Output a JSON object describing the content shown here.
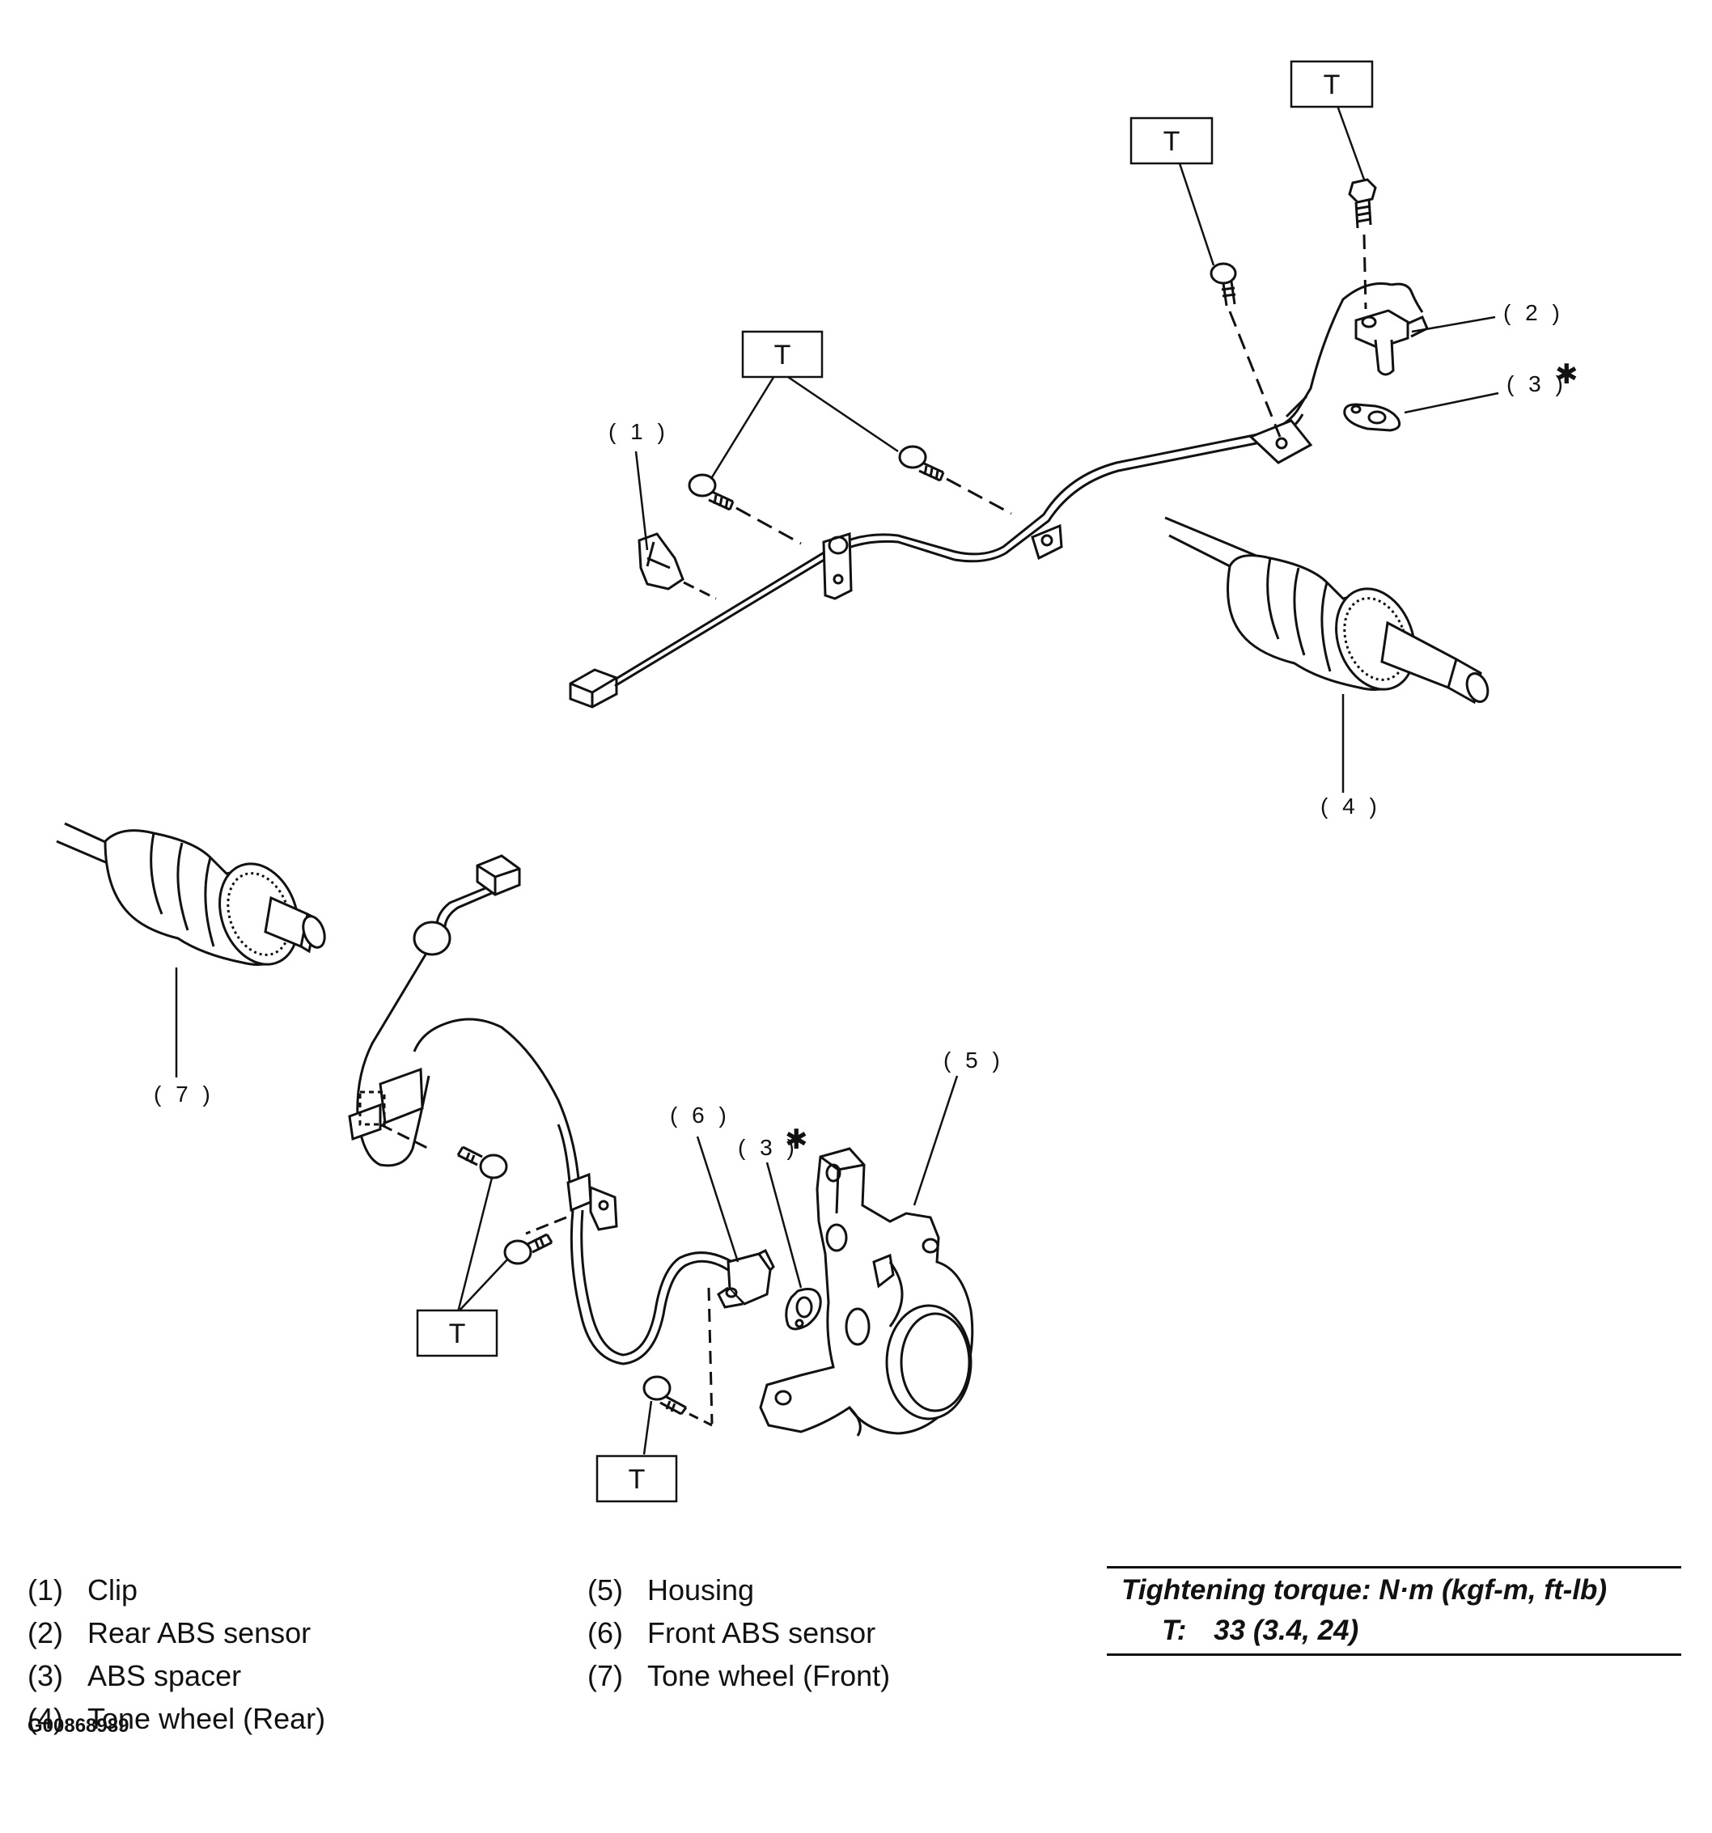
{
  "callouts": {
    "c1": "( 1 )",
    "c2": "( 2 )",
    "c3_rear": "( 3 )",
    "c3_front": "( 3 )",
    "c4": "( 4 )",
    "c5": "( 5 )",
    "c6": "( 6 )",
    "c7": "( 7 )",
    "asterisk": "✱",
    "torque_box": "T"
  },
  "legend": {
    "items": [
      {
        "num": "(1)",
        "label": "Clip"
      },
      {
        "num": "(2)",
        "label": "Rear ABS sensor"
      },
      {
        "num": "(3)",
        "label": "ABS spacer"
      },
      {
        "num": "(4)",
        "label": "Tone wheel (Rear)"
      },
      {
        "num": "(5)",
        "label": "Housing"
      },
      {
        "num": "(6)",
        "label": "Front ABS sensor"
      },
      {
        "num": "(7)",
        "label": "Tone wheel (Front)"
      }
    ]
  },
  "torque": {
    "heading": "Tightening torque: N·m (kgf-m, ft-lb)",
    "spec_label": "T:",
    "spec_value": "33 (3.4, 24)"
  },
  "figure_id": "G00868989"
}
